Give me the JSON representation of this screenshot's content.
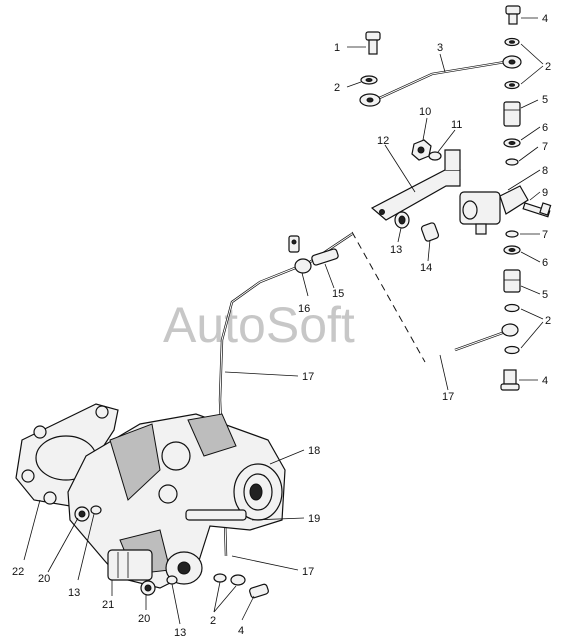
{
  "watermark": "AutoSoft",
  "callouts": [
    "1",
    "2",
    "3",
    "4",
    "5",
    "6",
    "7",
    "8",
    "9",
    "10",
    "11",
    "12",
    "13",
    "14",
    "15",
    "16",
    "17",
    "18",
    "19",
    "20",
    "21",
    "22"
  ],
  "parts": [
    "bolt-1",
    "washer-2",
    "pipe-3",
    "bolt-4",
    "adapter-5",
    "seal-ring-6",
    "washer-7",
    "valve-8",
    "screw-9",
    "nut-10",
    "washer-11",
    "bracket-12",
    "washer-13",
    "plug-14",
    "fitting-15",
    "clamp-16",
    "pipe-17",
    "gearbox-18",
    "shaft-19",
    "bolt-20",
    "housing-21",
    "gasket-22"
  ]
}
